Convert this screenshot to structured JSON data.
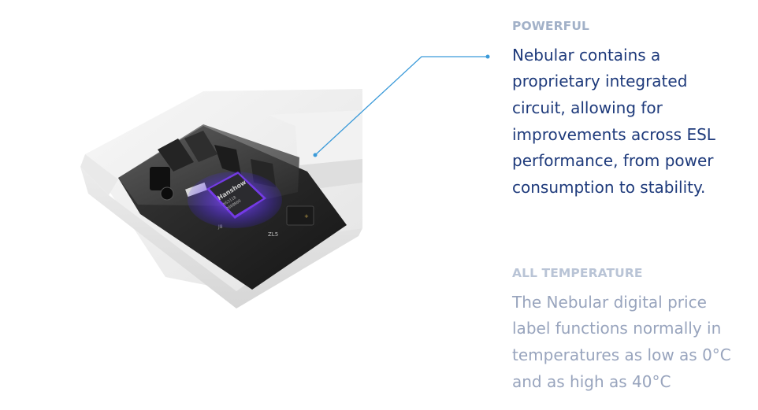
{
  "features": [
    {
      "heading": "POWERFUL",
      "body": "Nebular contains a\nproprietary integrated\ncircuit, allowing for\nimprovements across ESL\nperformance, from power\nconsumption to stability."
    },
    {
      "heading": "ALL TEMPERATURE",
      "body": "The Nebular digital price\nlabel functions normally in\ntemperatures as low as 0°C\nand as high as 40°C"
    }
  ],
  "chip": {
    "brand": "Hanshow",
    "lines": [
      "HS3118",
      "2008N00"
    ]
  },
  "board_labels": [
    "ZL5",
    "J8"
  ],
  "colors": {
    "heading_active": "#a2b1c8",
    "body_active": "#1e3a7b",
    "heading_muted": "#b9c4d6",
    "body_muted": "#98a4bd",
    "callout_line": "#3a9ad9",
    "chip_glow": "#7b3cf5"
  }
}
